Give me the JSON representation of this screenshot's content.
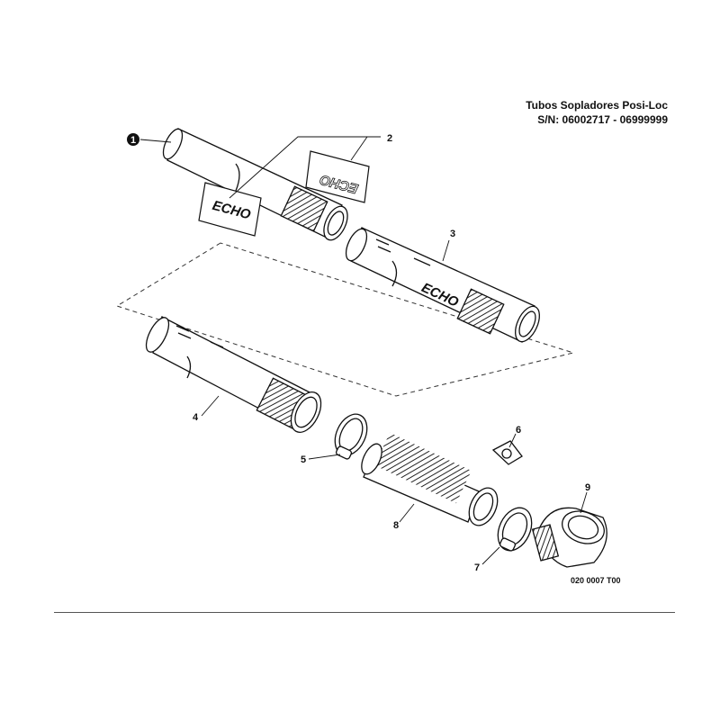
{
  "header": {
    "title": "Tubos Sopladores Posi-Loc",
    "serial": "S/N: 06002717 - 06999999"
  },
  "diagram_code": "020 0007 T00",
  "brand_label": "ECHO",
  "callouts": [
    "1",
    "2",
    "3",
    "4",
    "5",
    "6",
    "7",
    "8",
    "9"
  ]
}
